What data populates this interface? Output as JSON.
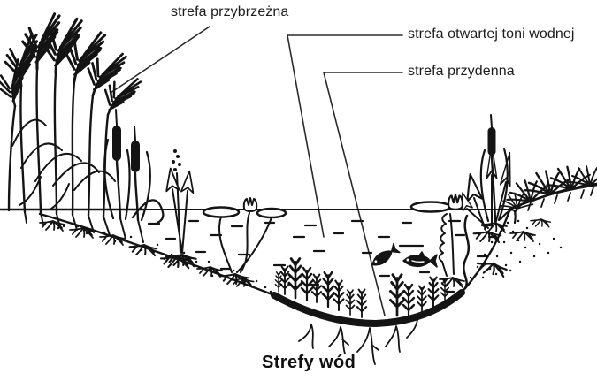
{
  "diagram": {
    "title": "Strefy wód",
    "zones": [
      {
        "id": "littoral",
        "label": "strefa przybrzeżna"
      },
      {
        "id": "open-water",
        "label": "strefa otwartej toni wodnej"
      },
      {
        "id": "benthic",
        "label": "strefa przydenna"
      }
    ]
  },
  "colors": {
    "ink": "#141414",
    "background": "#ffffff"
  }
}
